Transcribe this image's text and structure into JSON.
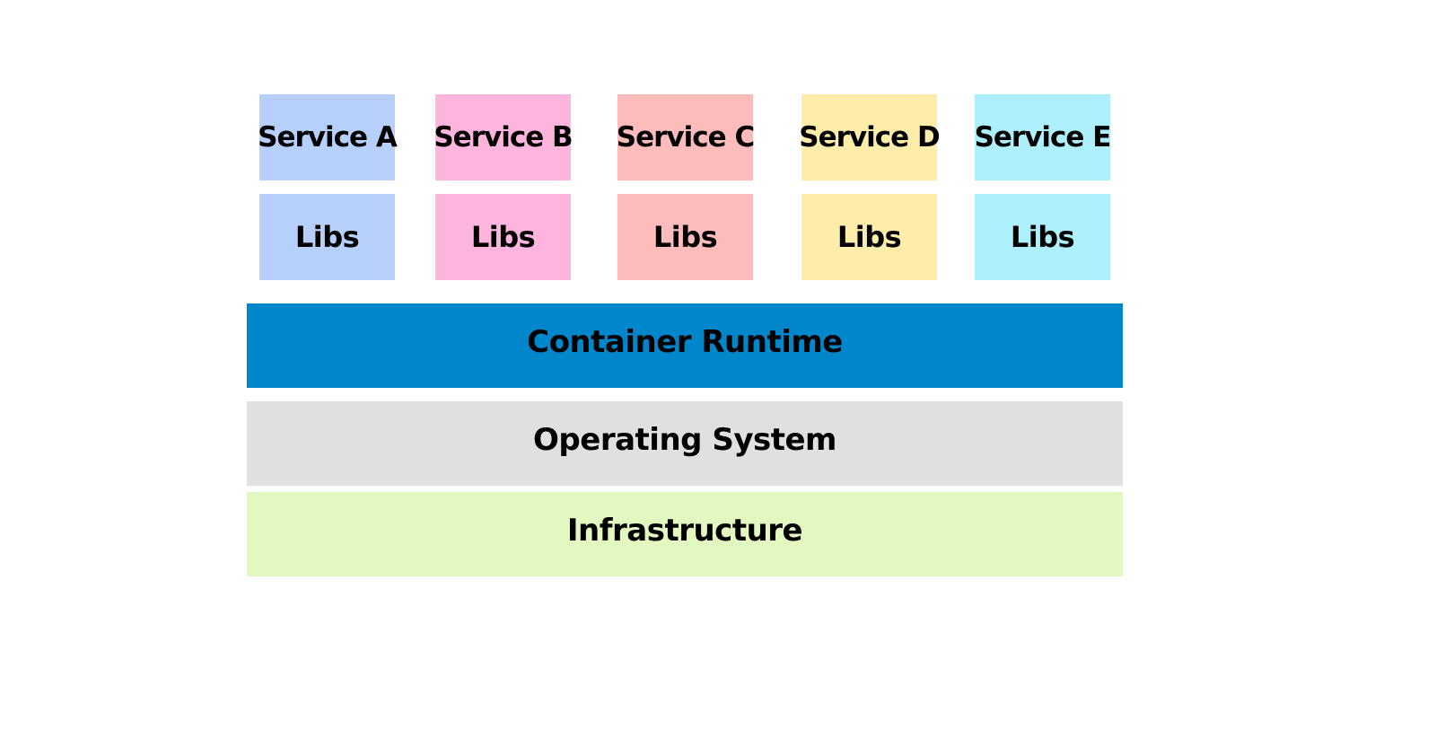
{
  "services": [
    {
      "label": "Service A",
      "color": "#b7cffb"
    },
    {
      "label": "Service B",
      "color": "#fdb4dd"
    },
    {
      "label": "Service C",
      "color": "#fdbcbc"
    },
    {
      "label": "Service D",
      "color": "#feedaa"
    },
    {
      "label": "Service E",
      "color": "#adf0fb"
    }
  ],
  "libs": [
    {
      "label": "Libs",
      "color": "#b7cffb"
    },
    {
      "label": "Libs",
      "color": "#fdb4dd"
    },
    {
      "label": "Libs",
      "color": "#fdbcbc"
    },
    {
      "label": "Libs",
      "color": "#feedaa"
    },
    {
      "label": "Libs",
      "color": "#adf0fb"
    }
  ],
  "layers": {
    "container_runtime": {
      "label": "Container Runtime",
      "color": "#0086cb"
    },
    "operating_system": {
      "label": "Operating System",
      "color": "#e0e0e0"
    },
    "infrastructure": {
      "label": "Infrastructure",
      "color": "#e3f8c1"
    }
  }
}
